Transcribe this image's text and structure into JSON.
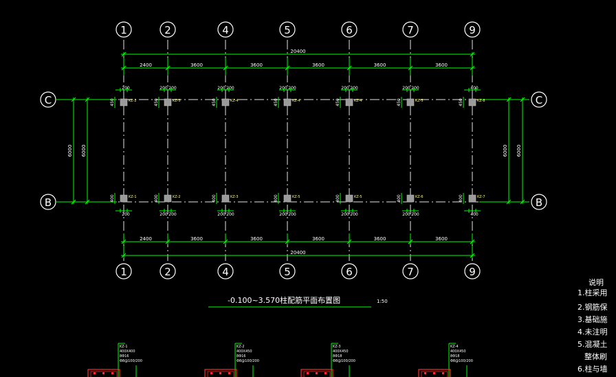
{
  "axes_top": [
    "1",
    "2",
    "4",
    "5",
    "6",
    "7",
    "9"
  ],
  "axes_bottom": [
    "1",
    "2",
    "4",
    "5",
    "6",
    "7",
    "9"
  ],
  "rows": {
    "upper": "C",
    "lower": "B"
  },
  "overall_dimension": "20400",
  "bay_dimensions": [
    "2400",
    "3600",
    "3600",
    "3600",
    "3600",
    "3600"
  ],
  "row_dimension": "6000",
  "column_offsets": {
    "left": "200",
    "right": "200",
    "edge": "400",
    "depth": "450",
    "depth_lower": "400"
  },
  "upper_column_labels": [
    "KZ-2",
    "KZ-3",
    "KZ-4",
    "KZ-4",
    "KZ-4",
    "KZ-5",
    "KZ-8"
  ],
  "lower_column_labels": [
    "KZ-1",
    "KZ-2",
    "KZ-3",
    "KZ-5",
    "KZ-5",
    "KZ-6",
    "KZ-7"
  ],
  "plan_title": "-0.100~3.570柱配筋平面布置图",
  "plan_scale": "1:50",
  "notes": {
    "heading": "说明",
    "items": [
      "1.柱采用",
      "2.钢筋保",
      "3.基础施",
      "4.未注明",
      "5.混凝土",
      "整体刷",
      "6.柱与墙"
    ]
  },
  "sections": [
    {
      "name": "KZ-1",
      "lines": [
        "400X400",
        "8Φ16",
        "Φ8@100/200"
      ]
    },
    {
      "name": "KZ-2",
      "lines": [
        "400X450",
        "8Φ16",
        "Φ8@100/200"
      ]
    },
    {
      "name": "KZ-3",
      "lines": [
        "400X450",
        "8Φ18",
        "Φ8@100/200"
      ]
    },
    {
      "name": "KZ-4",
      "lines": [
        "400X450",
        "8Φ18",
        "Φ8@100/200"
      ]
    }
  ]
}
